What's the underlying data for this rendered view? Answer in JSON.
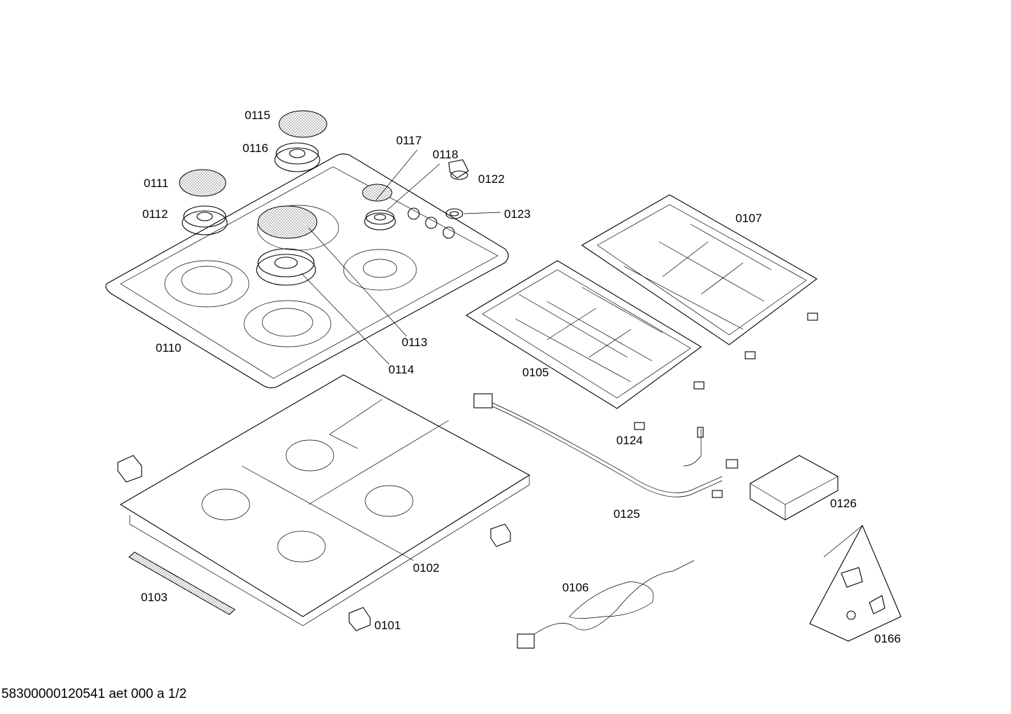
{
  "footer": {
    "text": "58300000120541 aet 000 a 1/2"
  },
  "labels": {
    "p0101": "0101",
    "p0102": "0102",
    "p0103": "0103",
    "p0105": "0105",
    "p0106": "0106",
    "p0107": "0107",
    "p0110": "0110",
    "p0111": "0111",
    "p0112": "0112",
    "p0113": "0113",
    "p0114": "0114",
    "p0115": "0115",
    "p0116": "0116",
    "p0117": "0117",
    "p0118": "0118",
    "p0122": "0122",
    "p0123": "0123",
    "p0124": "0124",
    "p0125": "0125",
    "p0126": "0126",
    "p0166": "0166"
  }
}
